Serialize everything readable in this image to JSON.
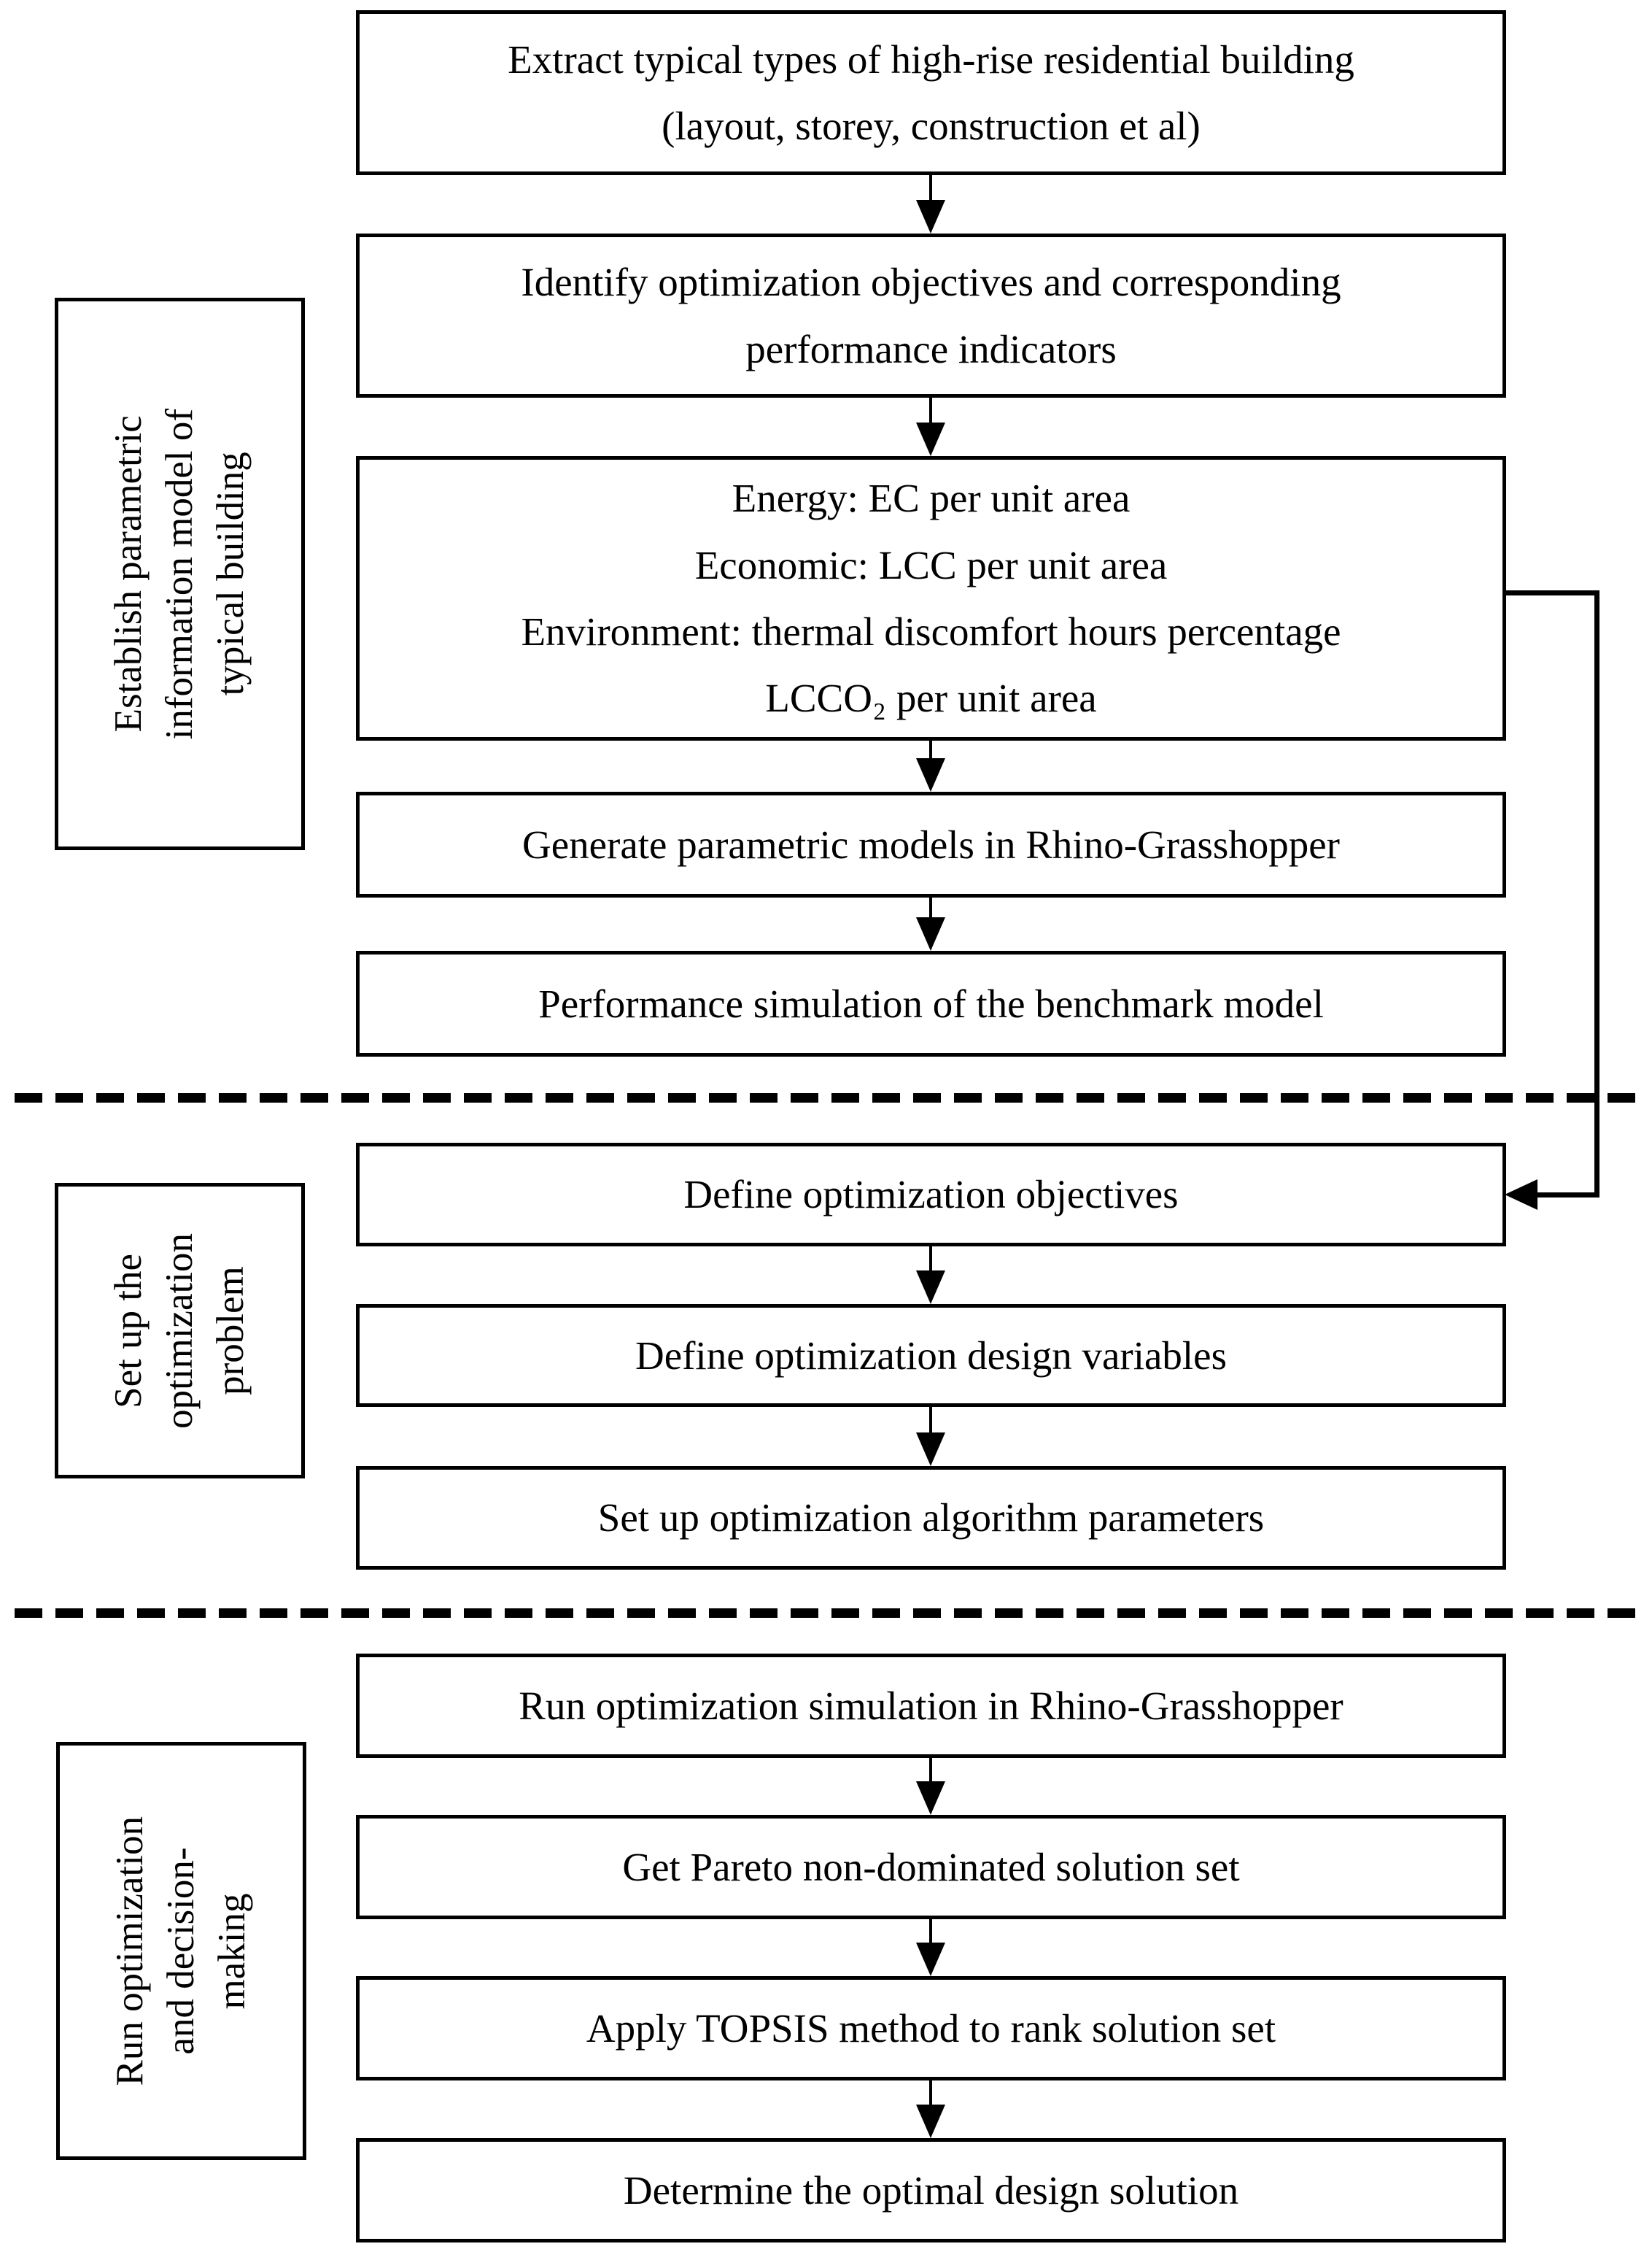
{
  "diagram": {
    "title": "Multi-objective optimization workflow flowchart",
    "colors": {
      "line": "#000000",
      "background": "#ffffff"
    },
    "sections": [
      {
        "label": "Establish parametric\ninformation model of\ntypical building"
      },
      {
        "label": "Set up the\noptimization\nproblem"
      },
      {
        "label": "Run optimization\nand decision-\nmaking"
      }
    ],
    "boxes": [
      {
        "text": "Extract typical types of high-rise residential building\n(layout, storey, construction et al)"
      },
      {
        "text": "Identify optimization objectives and corresponding\nperformance indicators"
      },
      {
        "text": "Energy: EC per unit area\nEconomic: LCC per unit area\nEnvironment: thermal discomfort hours percentage\nLCCO₂ per unit area"
      },
      {
        "text": "Generate parametric models in Rhino-Grasshopper"
      },
      {
        "text": "Performance simulation of the benchmark model"
      },
      {
        "text": "Define optimization objectives"
      },
      {
        "text": "Define optimization design variables"
      },
      {
        "text": "Set up optimization algorithm parameters"
      },
      {
        "text": "Run optimization simulation in Rhino-Grasshopper"
      },
      {
        "text": "Get Pareto non-dominated solution set"
      },
      {
        "text": "Apply TOPSIS method to rank solution set"
      },
      {
        "text": "Determine the optimal design solution"
      }
    ]
  }
}
